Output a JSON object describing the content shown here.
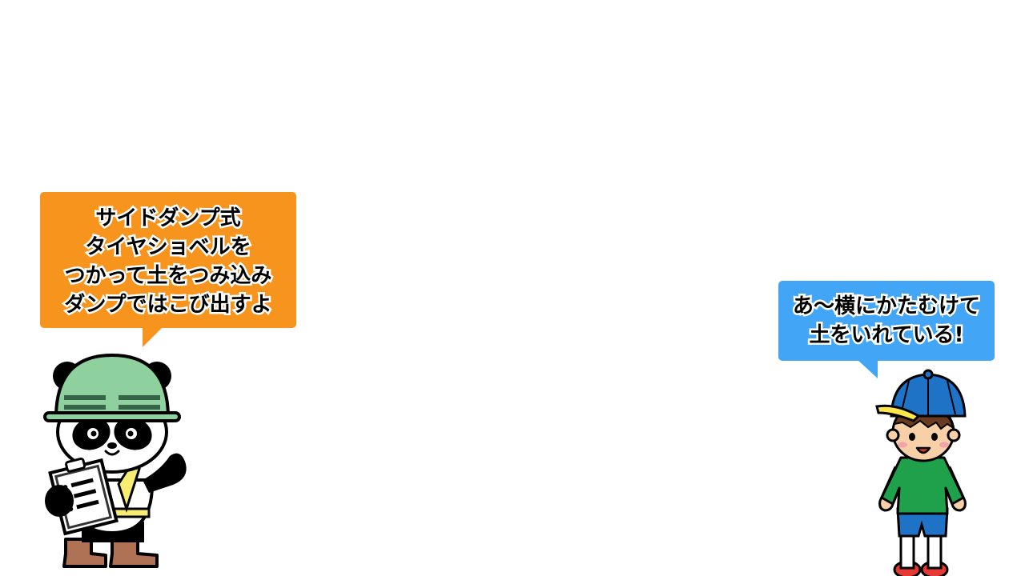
{
  "panda_speech": {
    "lines": [
      "サイドダンプ式",
      "タイヤショベルを",
      "つかって土をつみ込み",
      "ダンプではこび出すよ"
    ],
    "color": "#f7941d"
  },
  "kid_speech": {
    "lines": [
      "あ〜横にかたむけて",
      "土をいれている!"
    ],
    "color": "#42a5f5"
  }
}
